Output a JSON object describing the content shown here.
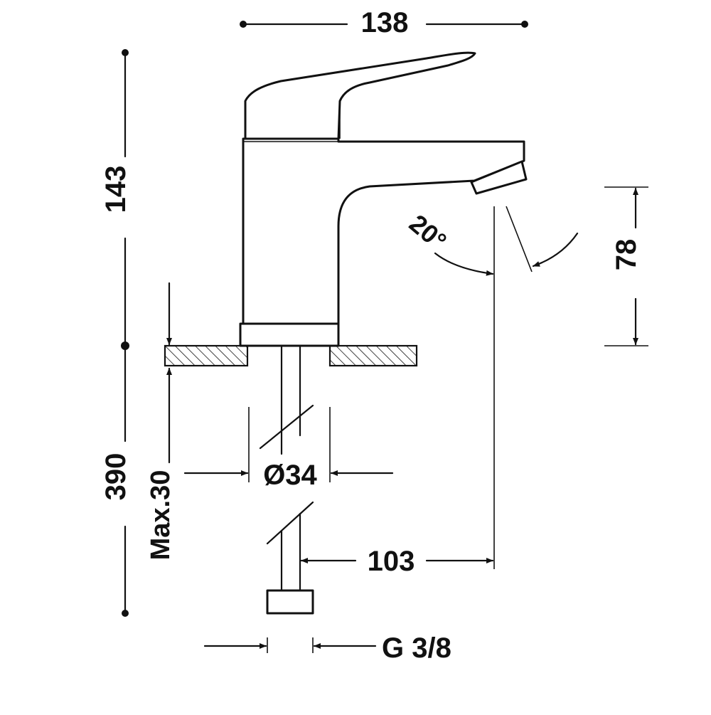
{
  "diagram": {
    "dimensions": {
      "width_top": "138",
      "height_faucet": "143",
      "depth_total": "390",
      "max_thickness": "Max.30",
      "hole_diameter": "Ø34",
      "reach": "103",
      "spout_height": "78",
      "connection": "G 3/8",
      "spout_angle": "20°"
    },
    "colors": {
      "line": "#111111",
      "background": "#ffffff"
    }
  }
}
